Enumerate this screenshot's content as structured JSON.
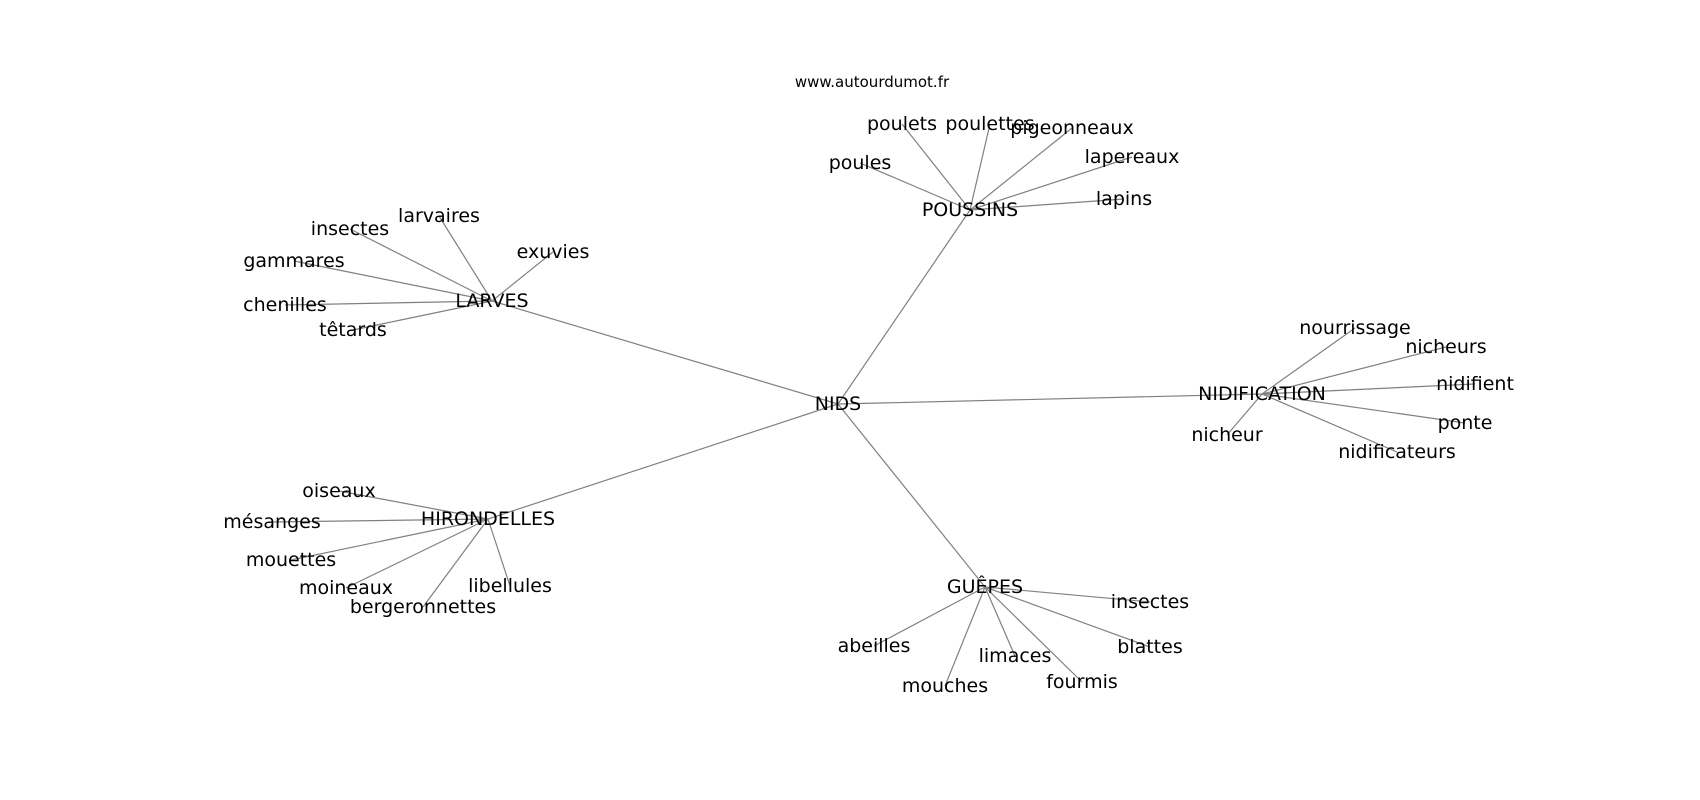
{
  "site_url": "www.autourdumot.fr",
  "center": "NIDS",
  "clusters": [
    {
      "label": "POUSSINS",
      "words": [
        "poules",
        "poulets",
        "poulettes",
        "pigeonneaux",
        "lapereaux",
        "lapins"
      ]
    },
    {
      "label": "LARVES",
      "words": [
        "insectes",
        "larvaires",
        "exuvies",
        "gammares",
        "chenilles",
        "têtards"
      ]
    },
    {
      "label": "NIDIFICATION",
      "words": [
        "nourrissage",
        "nicheurs",
        "nidifient",
        "ponte",
        "nidificateurs",
        "nicheur"
      ]
    },
    {
      "label": "HIRONDELLES",
      "words": [
        "oiseaux",
        "mésanges",
        "mouettes",
        "moineaux",
        "bergeronnettes",
        "libellules"
      ]
    },
    {
      "label": "GUÊPES",
      "words": [
        "insectes",
        "blattes",
        "fourmis",
        "limaces",
        "mouches",
        "abeilles"
      ]
    }
  ]
}
